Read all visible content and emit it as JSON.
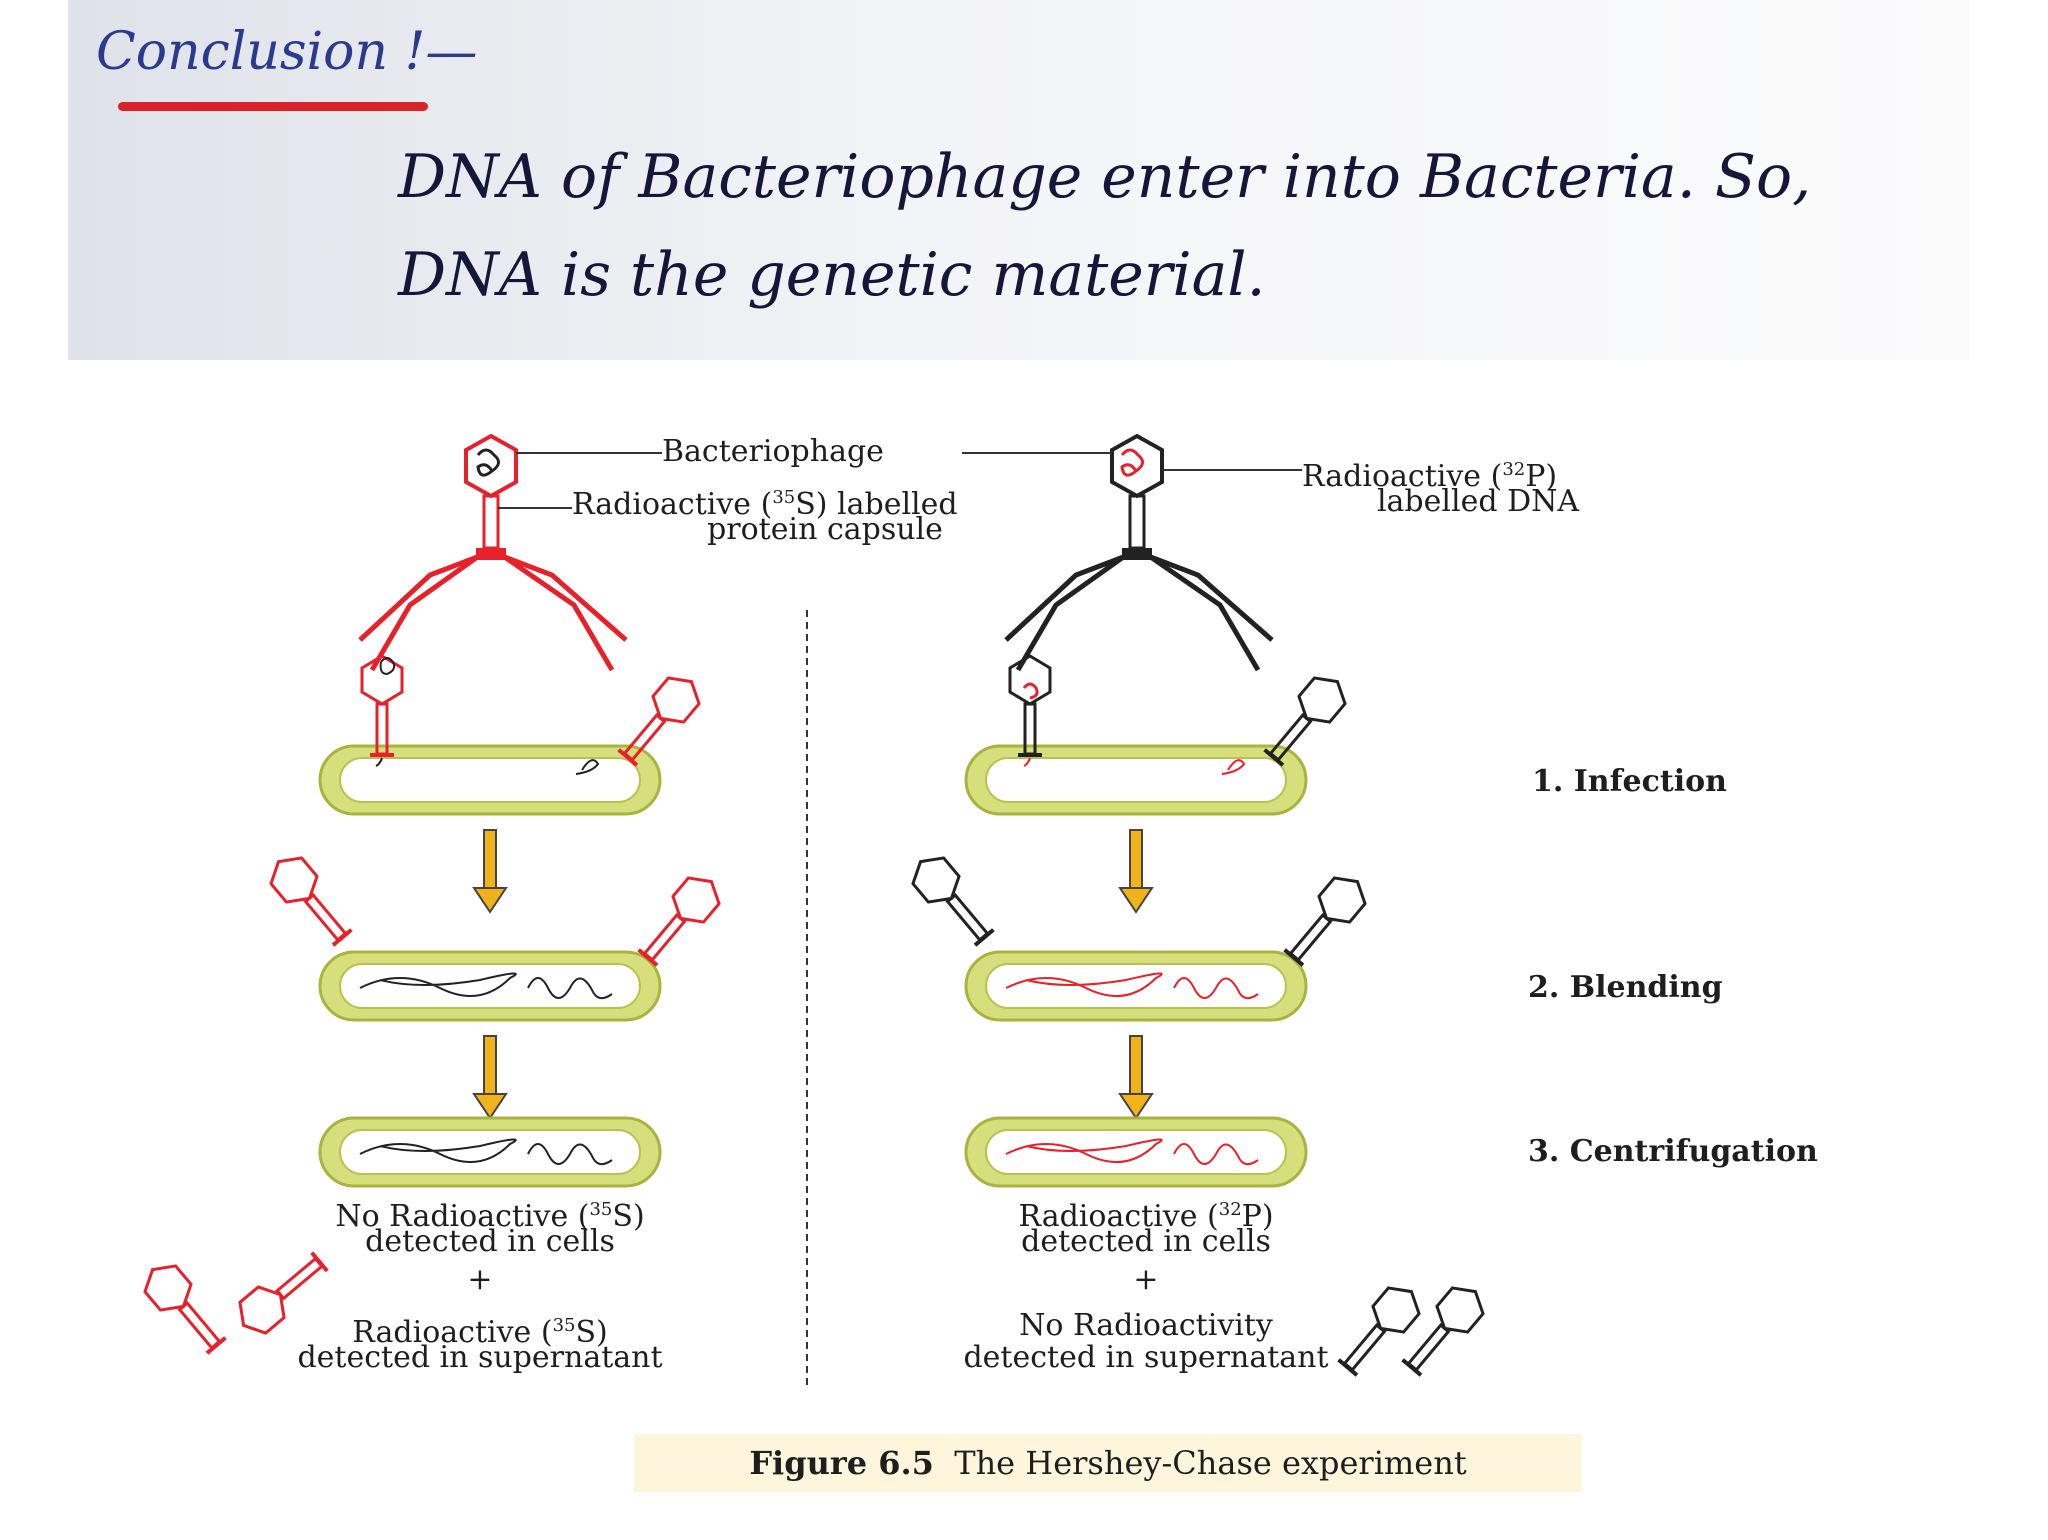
{
  "notes": {
    "title": "Conclusion !—",
    "line1": "DNA of Bacteriophage enter into Bacteria. So,",
    "line2": "DNA is the genetic material."
  },
  "labels": {
    "bacteriophage": "Bacteriophage",
    "s35_line1": "Radioactive (35S) labelled",
    "s35_line2": "protein capsule",
    "p32_line1": "Radioactive (32P)",
    "p32_line2": "labelled DNA"
  },
  "steps": [
    "1. Infection",
    "2. Blending",
    "3. Centrifugation"
  ],
  "results": {
    "left_cells_1": "No Radioactive (35S)",
    "left_cells_2": "detected in cells",
    "left_plus": "+",
    "left_super_1": "Radioactive (35S)",
    "left_super_2": "detected in supernatant",
    "right_cells_1": "Radioactive (32P)",
    "right_cells_2": "detected in cells",
    "right_plus": "+",
    "right_super_1": "No Radioactivity",
    "right_super_2": "detected in supernatant"
  },
  "caption": {
    "number": "Figure 6.5",
    "text": "The Hershey-Chase experiment"
  },
  "colors": {
    "sulfur_label": "#e8202a",
    "phosphorus_label": "#1e1e1e",
    "bacterium_wall": "#c9d36a",
    "arrow": "#f2b21c",
    "caption_bg": "#fdf6dc"
  }
}
